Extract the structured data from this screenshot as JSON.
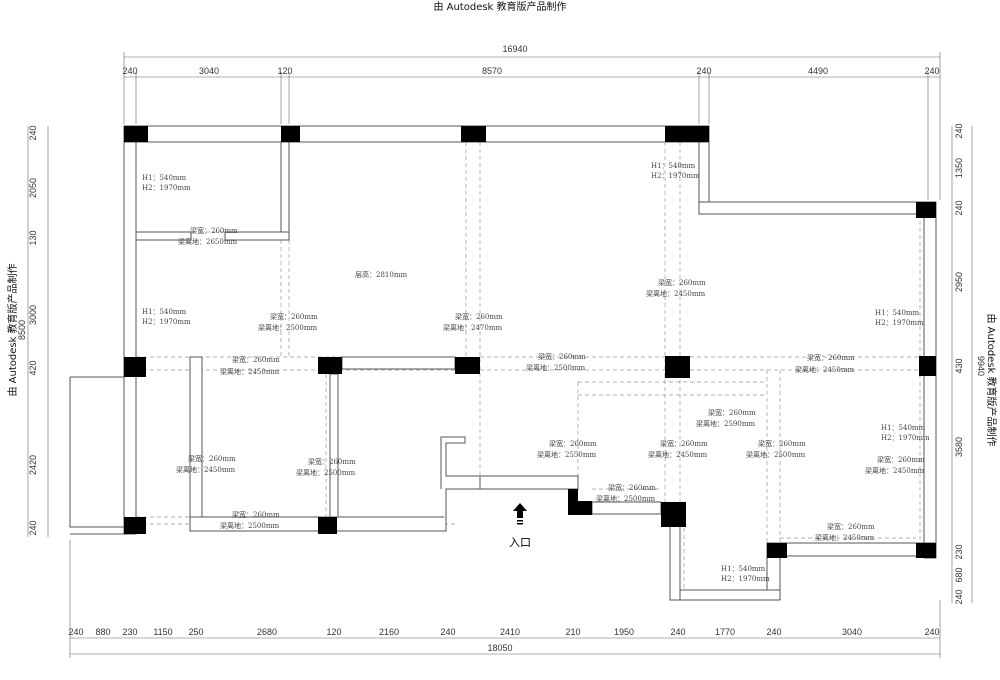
{
  "watermark": "由 Autodesk 教育版产品制作",
  "dims_top": {
    "total": "16940",
    "parts": [
      "240",
      "3040",
      "120",
      "8570",
      "240",
      "4490",
      "240"
    ]
  },
  "dims_bottom": {
    "total": "18050",
    "parts": [
      "240",
      "880",
      "230",
      "1150",
      "250",
      "2680",
      "120",
      "2160",
      "240",
      "2410",
      "210",
      "1950",
      "240",
      "1770",
      "240",
      "3040",
      "240"
    ]
  },
  "dims_left": {
    "total": "8500",
    "parts": [
      "240",
      "2050",
      "130",
      "3000",
      "420",
      "2420",
      "240"
    ]
  },
  "dims_right": {
    "total": "9940",
    "parts": [
      "240",
      "1350",
      "240",
      "2950",
      "430",
      "3580",
      "230",
      "680",
      "240"
    ]
  },
  "floor_height": "层高：2810mm",
  "entrance": "入口",
  "beams": [
    {
      "w": "梁宽：260mm",
      "h": "梁离地：2650mm"
    },
    {
      "w": "梁宽：260mm",
      "h": "梁离地：2500mm"
    },
    {
      "w": "梁宽：260mm",
      "h": "梁离地：2470mm"
    },
    {
      "w": "梁宽：260mm",
      "h": "梁离地：2450mm"
    },
    {
      "w": "梁宽：260mm",
      "h": "梁离地：2500mm"
    },
    {
      "w": "梁宽：260mm",
      "h": "梁离地：2450mm"
    },
    {
      "w": "梁宽：260mm",
      "h": "梁离地：2450mm"
    },
    {
      "w": "梁宽：260mm",
      "h": "梁离地：2500mm"
    },
    {
      "w": "梁宽：260mm",
      "h": "梁离地：2500mm"
    },
    {
      "w": "梁宽：260mm",
      "h": "梁离地：2590mm"
    },
    {
      "w": "梁宽：260mm",
      "h": "梁离地：2550mm"
    },
    {
      "w": "梁宽：260mm",
      "h": "梁离地：2450mm"
    },
    {
      "w": "梁宽：260mm",
      "h": "梁离地：2500mm"
    },
    {
      "w": "梁宽：260mm",
      "h": "梁离地：2500mm"
    },
    {
      "w": "梁宽：260mm",
      "h": "梁离地：2450mm"
    },
    {
      "w": "梁宽：260mm",
      "h": "梁离地：2450mm"
    },
    {
      "w": "梁宽：260mm",
      "h": "梁离地：2450mm"
    }
  ],
  "windows": [
    {
      "h1": "H1：540mm",
      "h2": "H2：1970mm"
    },
    {
      "h1": "H1：540mm",
      "h2": "H2：1970mm"
    },
    {
      "h1": "H1：540mm",
      "h2": "H2：1970mm"
    },
    {
      "h1": "H1：540mm",
      "h2": "H2：1970mm"
    },
    {
      "h1": "H1：540mm",
      "h2": "H2：1970mm"
    },
    {
      "h1": "H1：540mm",
      "h2": "H2：1970mm"
    }
  ]
}
